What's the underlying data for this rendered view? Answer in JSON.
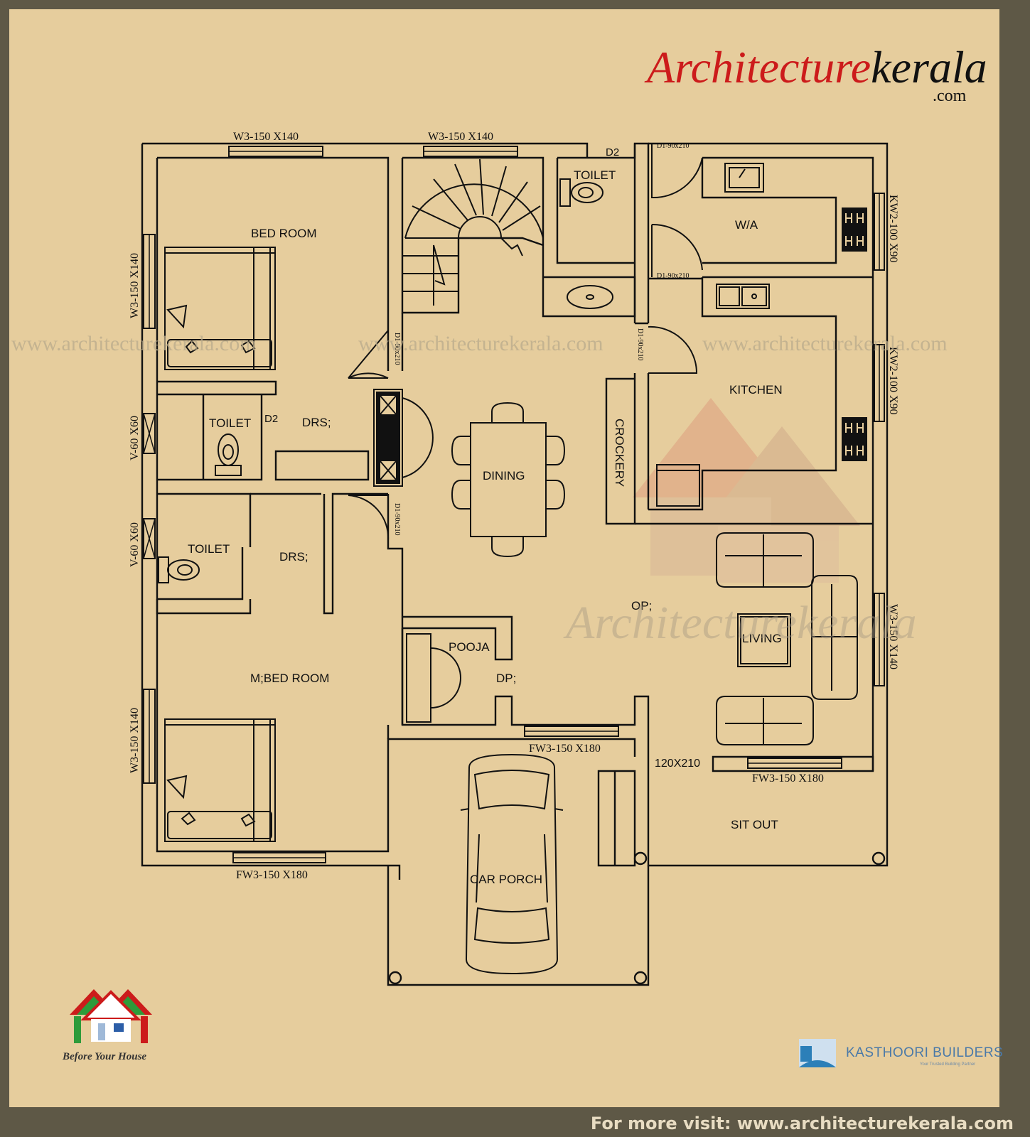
{
  "logo": {
    "part1": "Architecture",
    "part2": "kerala",
    "domain": ".com"
  },
  "watermarks": {
    "url_repeat": "www.architecturekerala.com",
    "center": "Architecturekerala"
  },
  "rooms": {
    "bed_room": "BED ROOM",
    "toilet_1": "TOILET",
    "toilet_2": "TOILET",
    "toilet_3": "TOILET",
    "drs_1": "DRS;",
    "drs_2": "DRS;",
    "m_bed_room": "M;BED ROOM",
    "dining": "DINING",
    "crockery": "CROCKERY",
    "kitchen": "KITCHEN",
    "wa": "W/A",
    "op": "OP;",
    "living": "LIVING",
    "pooja": "POOJA",
    "dp": "DP;",
    "sit_out": "SIT OUT",
    "car_porch": "CAR PORCH"
  },
  "openings": {
    "top_window_1": "W3-150 X140",
    "top_window_2": "W3-150 X140",
    "left_window_1": "W3-150 X140",
    "left_vent_1": "V-60 X60",
    "left_vent_2": "V-60 X60",
    "left_window_2": "W3-150 X140",
    "bottom_window_1": "FW3-150 X180",
    "middle_window": "FW3-150 X180",
    "sitout_window": "FW3-150 X180",
    "right_window_1": "KW2-100 X90",
    "right_window_2": "KW2-100 X90",
    "right_window_3": "W3-150 X140",
    "main_door": "120X210",
    "door_d2_a": "D2",
    "door_d2_b": "D2",
    "door_d1_a": "D1-90x210",
    "door_d1_b": "D1-90x210",
    "door_d1_c": "D1-90x210",
    "door_d1_d": "D1-90x210",
    "door_d1_e": "D1-90x210"
  },
  "badges": {
    "left_caption": "Before Your House",
    "builder_name": "KASTHOORI BUILDERS",
    "builder_tagline": "Your Trusted Building Partner"
  },
  "footer": {
    "text": "For more visit: www.architecturekerala.com"
  },
  "colors": {
    "frame": "#5e5846",
    "paper": "#e6cd9d",
    "line": "#111111",
    "logo_red": "#cc1b1b"
  }
}
